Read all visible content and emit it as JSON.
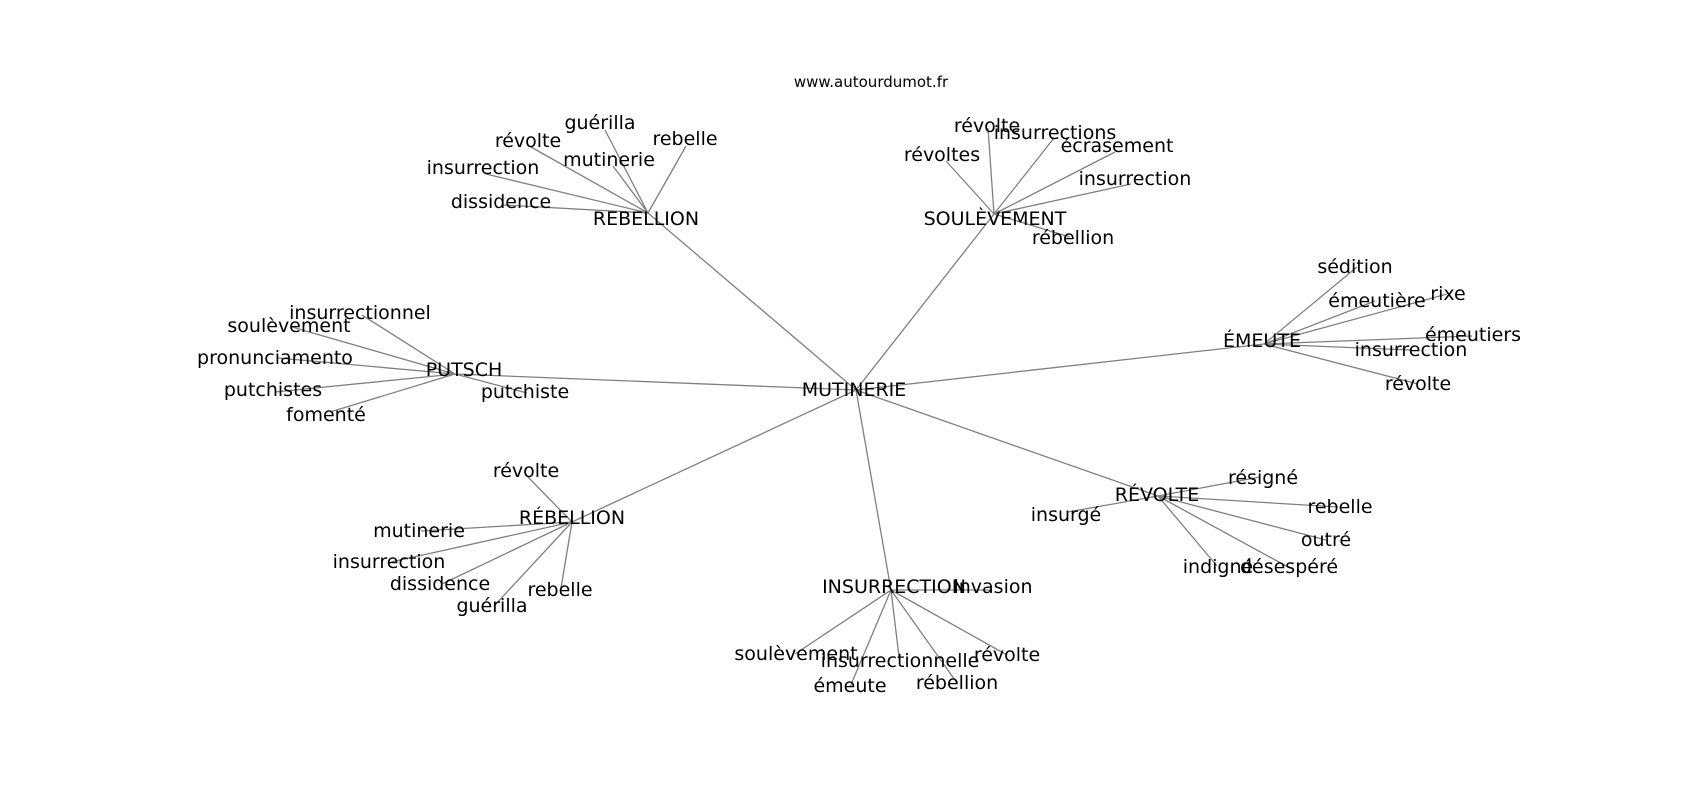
{
  "site": "www.autourdumot.fr",
  "edge_color": "#808080",
  "center": "MUTINERIE",
  "hubs": [
    {
      "label": "REBELLION",
      "leaves": [
        "guérilla",
        "rebelle",
        "révolte",
        "mutinerie",
        "insurrection",
        "dissidence"
      ]
    },
    {
      "label": "SOULÈVEMENT",
      "leaves": [
        "révolte",
        "insurrections",
        "révoltes",
        "écrasement",
        "insurrection",
        "rébellion"
      ]
    },
    {
      "label": "ÉMEUTE",
      "leaves": [
        "sédition",
        "émeutière",
        "rixe",
        "émeutiers",
        "insurrection",
        "révolte"
      ]
    },
    {
      "label": "PUTSCH",
      "leaves": [
        "insurrectionnel",
        "soulèvement",
        "pronunciamento",
        "putchistes",
        "putchiste",
        "fomenté"
      ]
    },
    {
      "label": "RÉBELLION",
      "leaves": [
        "révolte",
        "mutinerie",
        "insurrection",
        "dissidence",
        "guérilla",
        "rebelle"
      ]
    },
    {
      "label": "RÉVOLTE",
      "leaves": [
        "résigné",
        "insurgé",
        "rebelle",
        "outré",
        "indigné",
        "désespéré"
      ]
    },
    {
      "label": "INSURRECTION",
      "leaves": [
        "invasion",
        "soulèvement",
        "insurrectionnelle",
        "révolte",
        "émeute",
        "rébellion"
      ]
    }
  ]
}
